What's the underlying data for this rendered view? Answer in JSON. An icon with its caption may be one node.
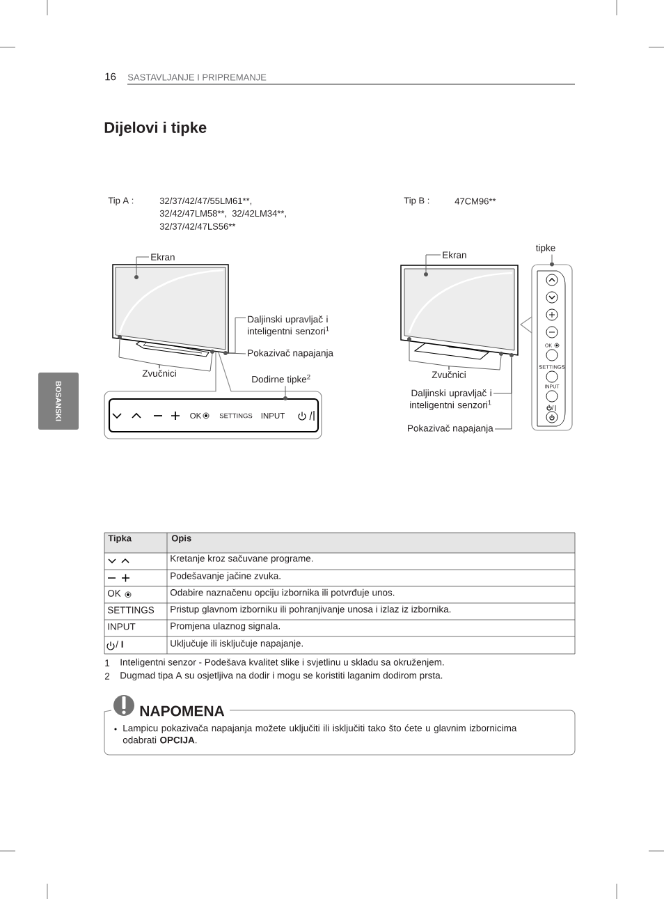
{
  "diagram": {
    "title": "Dijelovi i tipke",
    "nodes": [
      {
        "text": [
          "Ekran"
        ]
      },
      {
        "text": [],
        "shape": "circle"
      },
      {
        "text": [
          "Daljinski upravljač i inteligentni senzori$^{1}$"
        ]
      },
      {
        "text": [],
        "shape": "circle"
      },
      {
        "text": [
          "Pokazivač napajanja"
        ]
      },
      {
        "text": [
          "Zvučnici"
        ]
      },
      {
        "text": [],
        "shape": "circle"
      },
      {
        "text": [],
        "shape": "circle"
      },
      {
        "text": [
          "Dodirne tipke$^{2}$"
        ]
      },
      {
        "text": [
          "OK",
          "SETTINGS",
          "INPUT"
        ]
      },
      {
        "text": [
          "Ekran"
        ]
      },
      {
        "text": [],
        "shape": "circle"
      },
      {
        "text": [
          "tipke"
        ]
      },
      {
        "text": [
          "OK",
          "SETTINGS",
          "INPUT"
        ]
      },
      {
        "text": [
          "Zvučnici"
        ]
      },
      {
        "text": [],
        "shape": "circle"
      },
      {
        "text": [],
        "shape": "circle"
      },
      {
        "text": [
          "Daljinski upravljač i inteligentni senzori$^{1}$"
        ]
      },
      {
        "text": [
          "Pokazivač napajanja"
        ]
      },
      {
        "text": [],
        "shape": "circle"
      },
      {
        "text": [
          "BOSANSKI"
        ]
      },
      {
        "text": [],
        "shape": "circle",
        "in": 9
      },
      {
        "text": [],
        "shape": "circle",
        "in": 13
      },
      {
        "text": [
          "NAPOMENA",
          "Lampicu pokazivača napajanja možete uključiti ili isključiti tako što ćete u glavnim izbornicima odabrati **OPCIJA**."
        ]
      }
    ],
    "edges": [
      {
        "from": 0,
        "to": 1,
        "arrow": "none"
      },
      {
        "from": 2,
        "to": 3,
        "arrow": "none"
      },
      {
        "from": 4,
        "to": 3,
        "arrow": "none"
      },
      {
        "from": 5,
        "to": 6,
        "arrow": "none"
      },
      {
        "from": 5,
        "to": 7,
        "arrow": "none"
      },
      {
        "from": 8,
        "to": 21,
        "arrow": "none"
      },
      {
        "from": 10,
        "to": 11,
        "arrow": "none"
      },
      {
        "from": 12,
        "to": 22,
        "arrow": "none"
      },
      {
        "from": 14,
        "to": 15,
        "arrow": "none"
      },
      {
        "from": 14,
        "to": 16,
        "arrow": "none"
      },
      {
        "from": 17,
        "to": 19,
        "arrow": "none"
      },
      {
        "from": 18,
        "to": 19,
        "arrow": "none"
      }
    ],
    "labels": [
      "16",
      "SASTAVLJANJE I PRIPREMANJE",
      "Tip A :",
      "32/37/42/47/55LM61**,",
      "32/42/47LM58**,",
      "32/42LM34**,",
      "32/37/42/47LS56**",
      "Tip B :",
      "47CM96**",
      "Tipka",
      "Opis",
      "Kretanje kroz sačuvane programe.",
      "Podešavanje jačine zvuka.",
      "OK",
      "Odabire naznačenu opciju izbornika ili potvrđuje unos.",
      "SETTINGS",
      "Pristup glavnom izborniku ili pohranjivanje unosa i izlaz iz izbornika.",
      "INPUT",
      "Promjena ulaznog signala.",
      "/ **I**",
      "Uključuje ili isključuje napajanje.",
      "1",
      "Inteligentni senzor - Podešava kvalitet slike i svjetlinu u skladu sa okruženjem.",
      "2",
      "Dugmad tipa A su osjetljiva na dodir i mogu se koristiti laganim dodirom prsta."
    ]
  }
}
